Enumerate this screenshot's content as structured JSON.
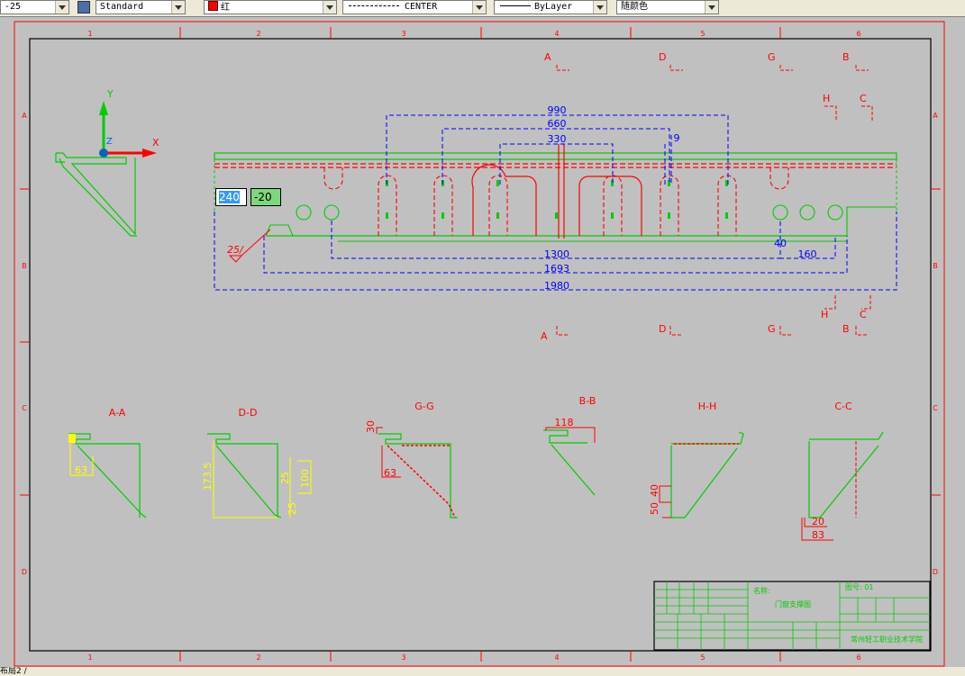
{
  "toolbar": {
    "scale_value": "-25",
    "text_style": "Standard",
    "layer_color": "红",
    "linetype": "CENTER",
    "lineweight": "ByLayer",
    "plot_color": "随颜色"
  },
  "drawing": {
    "dim_input_x": "240",
    "dim_input_y": "-20",
    "grid_cols": [
      "1",
      "2",
      "3",
      "4",
      "5",
      "6"
    ],
    "grid_rows": [
      "A",
      "B",
      "C",
      "D"
    ],
    "dims_top": [
      "990",
      "660",
      "330",
      "9"
    ],
    "dims_bottom": [
      "1300",
      "1693",
      "1980",
      "40",
      "160"
    ],
    "weld_label": "25/",
    "sections": [
      "A-A",
      "D-D",
      "G-G",
      "B-B",
      "H-H",
      "C-C"
    ],
    "section_cut_labels_top": [
      "A",
      "D",
      "G",
      "B",
      "H",
      "C"
    ],
    "section_cut_labels_bottom": [
      "A",
      "D",
      "G",
      "B",
      "H",
      "C"
    ],
    "section_dims": {
      "aa": "63",
      "dd_left": "173.5",
      "dd_mid": "25",
      "dd_right": "100",
      "dd_low": "25",
      "gg_top": "30",
      "gg_left": "63",
      "bb_top": "118",
      "hh_a": "40",
      "hh_b": "50",
      "cc_a": "20",
      "cc_b": "83"
    },
    "title_block": {
      "name_label": "名称:",
      "name_value": "门窗支撑图",
      "drawing_no": "图号: 01",
      "school": "常州轻工职业技术学院"
    }
  },
  "status_bar": {
    "layout_tab": "布局2 /"
  }
}
